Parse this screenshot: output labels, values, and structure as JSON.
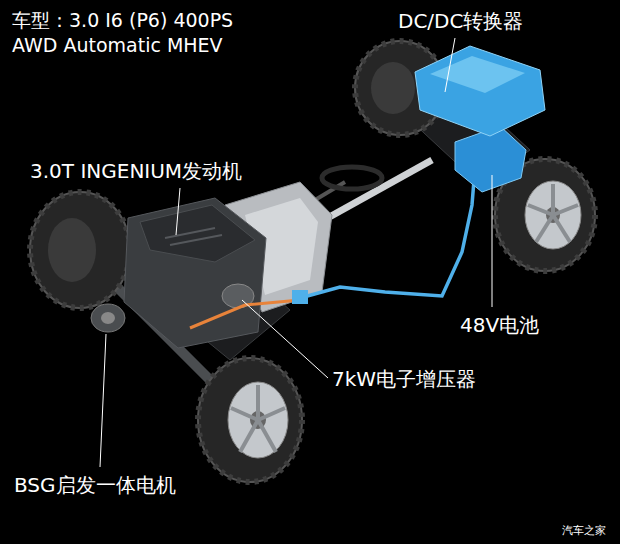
{
  "diagram": {
    "title": "车型：3.0 I6 (P6) 400PS AWD Automatic MHEV",
    "labels": [
      "DC/DC转换器",
      "3.0T INGENIUM发动机",
      "48V电池",
      "7kW电子增压器",
      "BSG启发一体电机",
      "汽车之家"
    ]
  }
}
